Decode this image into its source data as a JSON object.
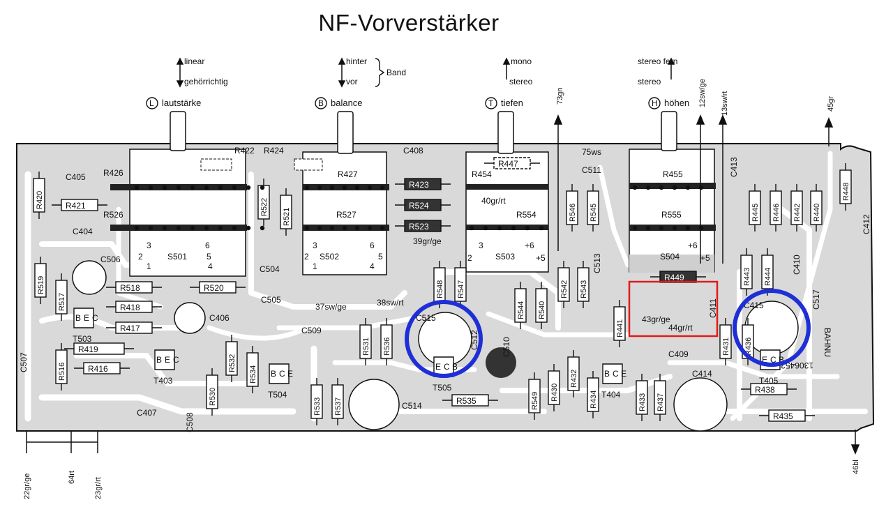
{
  "title": "NF-Vorverstärker",
  "controls": [
    {
      "letter": "L",
      "name": "lautstärke",
      "opt1": "linear",
      "opt2": "gehörrichtig"
    },
    {
      "letter": "B",
      "name": "balance",
      "opt1": "hinter",
      "opt2": "vor",
      "group": "Band"
    },
    {
      "letter": "T",
      "name": "tiefen",
      "opt1": "mono",
      "opt2": "stereo"
    },
    {
      "letter": "H",
      "name": "höhen",
      "opt1": "stereo fern",
      "opt2": "stereo"
    }
  ],
  "wires": {
    "top": [
      "73gn",
      "12sw/ge",
      "13sw/rt",
      "45gr"
    ],
    "bottom": [
      "22gr/ge",
      "64rt",
      "23gr/rt",
      "46bl"
    ],
    "internal": [
      "75ws",
      "40gr/rt",
      "39gr/ge",
      "37sw/ge",
      "38sw/rt",
      "43gr/ge",
      "44gr/rt"
    ]
  },
  "switches": {
    "S501": {
      "label": "S501",
      "pins": [
        "3",
        "6",
        "2",
        "5",
        "1",
        "4"
      ]
    },
    "S502": {
      "label": "S502",
      "pins": [
        "3",
        "6",
        "2",
        "5",
        "1",
        "4"
      ]
    },
    "S503": {
      "label": "S503",
      "pins": [
        "3",
        "+6",
        "2",
        "+5"
      ]
    },
    "S504": {
      "label": "S504",
      "pins": [
        "+6",
        "+5"
      ]
    }
  },
  "resistors_h": [
    {
      "label": "R421"
    },
    {
      "label": "R518"
    },
    {
      "label": "R520"
    },
    {
      "label": "R418"
    },
    {
      "label": "R417"
    },
    {
      "label": "R419"
    },
    {
      "label": "R416"
    },
    {
      "label": "R535"
    },
    {
      "label": "R438"
    },
    {
      "label": "R435"
    },
    {
      "label": "R449"
    },
    {
      "label": "R423"
    },
    {
      "label": "R524"
    },
    {
      "label": "R523"
    },
    {
      "label": "R447"
    }
  ],
  "resistors_v": [
    {
      "label": "R420"
    },
    {
      "label": "R519"
    },
    {
      "label": "R517"
    },
    {
      "label": "R516"
    },
    {
      "label": "R522"
    },
    {
      "label": "R521"
    },
    {
      "label": "R548"
    },
    {
      "label": "R547"
    },
    {
      "label": "R544"
    },
    {
      "label": "R540"
    },
    {
      "label": "R542"
    },
    {
      "label": "R543"
    },
    {
      "label": "R546"
    },
    {
      "label": "R545"
    },
    {
      "label": "R445"
    },
    {
      "label": "R446"
    },
    {
      "label": "R442"
    },
    {
      "label": "R440"
    },
    {
      "label": "R448"
    },
    {
      "label": "R443"
    },
    {
      "label": "R444"
    },
    {
      "label": "R441"
    },
    {
      "label": "R431"
    },
    {
      "label": "R436"
    },
    {
      "label": "R530"
    },
    {
      "label": "R532"
    },
    {
      "label": "R534"
    },
    {
      "label": "R531"
    },
    {
      "label": "R536"
    },
    {
      "label": "R533"
    },
    {
      "label": "R537"
    },
    {
      "label": "R549"
    },
    {
      "label": "R430"
    },
    {
      "label": "R432"
    },
    {
      "label": "R434"
    },
    {
      "label": "R433"
    },
    {
      "label": "R437"
    }
  ],
  "pot_labels": [
    "R426",
    "R526",
    "R422",
    "R424",
    "R427",
    "R527",
    "R454",
    "R554",
    "R455",
    "R555"
  ],
  "capacitors": [
    "C405",
    "C404",
    "C506",
    "C406",
    "C507",
    "C407",
    "C508",
    "C504",
    "C505",
    "C509",
    "C408",
    "C511",
    "C513",
    "C413",
    "C412",
    "C410",
    "C411",
    "C409",
    "C515",
    "C512",
    "C510",
    "C514",
    "C414",
    "C415",
    "C517"
  ],
  "transistors": [
    {
      "label": "T503",
      "pins": [
        "B",
        "E",
        "C"
      ]
    },
    {
      "label": "T403",
      "pins": [
        "B",
        "E",
        "C"
      ]
    },
    {
      "label": "T504",
      "pins": [
        "B",
        "C",
        "E"
      ]
    },
    {
      "label": "T505",
      "pins": [
        "E",
        "C",
        "B"
      ]
    },
    {
      "label": "T404",
      "pins": [
        "B",
        "C",
        "E"
      ]
    },
    {
      "label": "T405",
      "pins": [
        "E",
        "C",
        "B"
      ]
    }
  ],
  "mirror_text": [
    "BAHNU",
    "1306452"
  ],
  "colors": {
    "board": "#d9d9d9",
    "trace": "#ffffff",
    "ink": "#111111",
    "ring": "#1f2fd6",
    "box": "#e11b1b"
  }
}
